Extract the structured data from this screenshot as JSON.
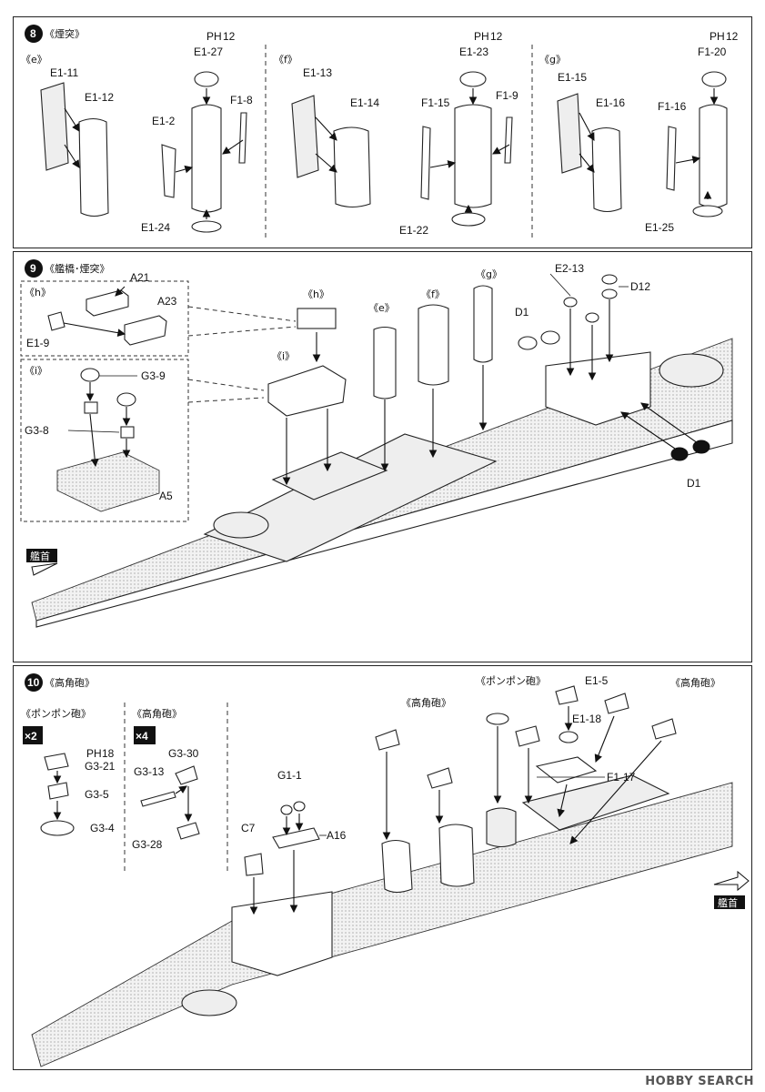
{
  "steps": {
    "s8": {
      "num": "8",
      "title": "《煙突》",
      "e": {
        "tag": "《e》",
        "parts": [
          "E1-11",
          "E1-12",
          "E1-2",
          "F1-8",
          "E1-27",
          "E1-24"
        ],
        "ph": "PH",
        "ph_num": "12"
      },
      "f": {
        "tag": "《f》",
        "parts": [
          "E1-13",
          "E1-14",
          "F1-15",
          "F1-9",
          "E1-23",
          "E1-22"
        ],
        "ph": "PH",
        "ph_num": "12"
      },
      "g": {
        "tag": "《g》",
        "parts": [
          "E1-15",
          "E1-16",
          "F1-16",
          "F1-20",
          "E1-25"
        ],
        "ph": "PH",
        "ph_num": "12"
      }
    },
    "s9": {
      "num": "9",
      "title": "《艦橋･煙突》",
      "h": {
        "tag": "《h》",
        "parts": [
          "A21",
          "A23",
          "E1-9"
        ]
      },
      "i": {
        "tag": "《i》",
        "parts": [
          "G3-9",
          "G3-8",
          "A5"
        ]
      },
      "main_tags": [
        "《h》",
        "《e》",
        "《f》",
        "《g》",
        "《i》"
      ],
      "parts": [
        "E2-13",
        "D12",
        "D1",
        "D1"
      ],
      "bow": "艦首"
    },
    "s10": {
      "num": "10",
      "title": "《高角砲》",
      "pompom": {
        "tag": "《ポンポン砲》",
        "qty": "×2",
        "parts": [
          "G3-21",
          "G3-5",
          "G3-4"
        ],
        "ph": "PH",
        "ph_num": "18"
      },
      "ha": {
        "tag": "《高角砲》",
        "qty": "×4",
        "parts": [
          "G3-30",
          "G3-13",
          "G3-28"
        ]
      },
      "main_tags": [
        "《高角砲》",
        "《ポンポン砲》",
        "《高角砲》"
      ],
      "parts": [
        "E1-5",
        "E1-18",
        "F1-17",
        "G1-1",
        "A16",
        "C7"
      ],
      "bow": "艦首"
    }
  },
  "watermark": "HOBBY SEARCH"
}
